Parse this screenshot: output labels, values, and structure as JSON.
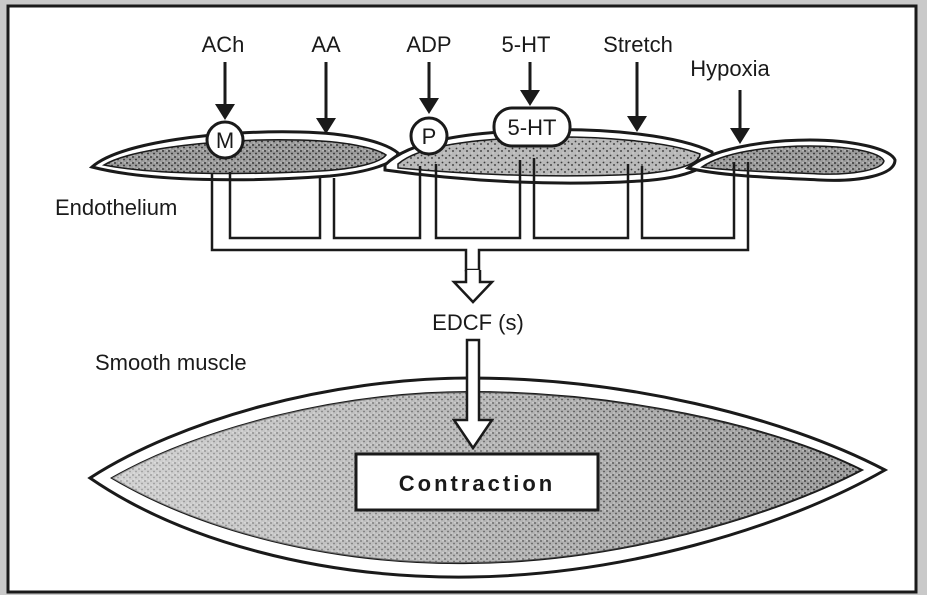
{
  "stimuli": [
    "ACh",
    "AA",
    "ADP",
    "5-HT",
    "Stretch",
    "Hypoxia"
  ],
  "receptors": {
    "m": "M",
    "p": "P",
    "ht": "5-HT"
  },
  "labels": {
    "endothelium": "Endothelium",
    "edcf": "EDCF (s)",
    "smooth_muscle": "Smooth muscle",
    "contraction": "Contraction"
  },
  "colors": {
    "ink": "#1a1a1a",
    "stipple": "#7a7a7a",
    "paper": "#ffffff",
    "frame_bg": "#c9c9c9"
  }
}
